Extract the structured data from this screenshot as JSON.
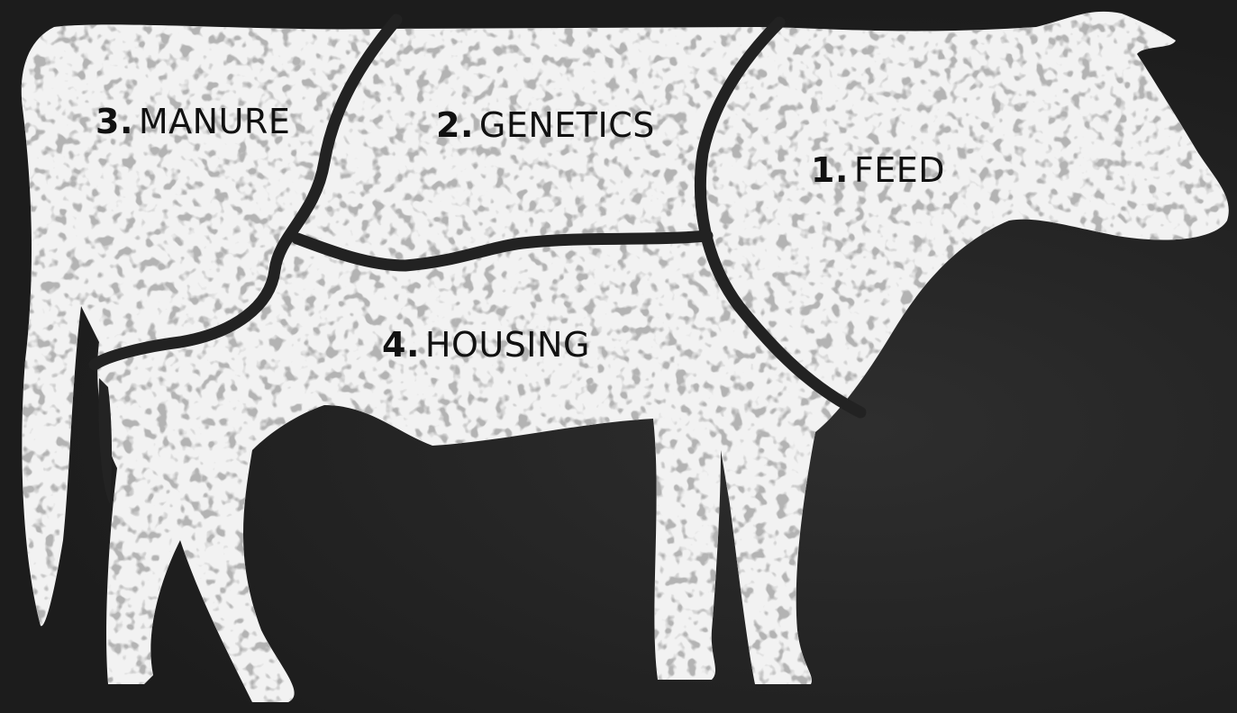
{
  "diagram": {
    "regions": [
      {
        "id": "feed",
        "number": "1.",
        "label": "FEED"
      },
      {
        "id": "genetics",
        "number": "2.",
        "label": "GENETICS"
      },
      {
        "id": "manure",
        "number": "3.",
        "label": "MANURE"
      },
      {
        "id": "housing",
        "number": "4.",
        "label": "HOUSING"
      }
    ],
    "colors": {
      "background": "#262626",
      "cow_fill": "#f2f2f2",
      "divider": "#222222",
      "text": "#111111"
    }
  }
}
